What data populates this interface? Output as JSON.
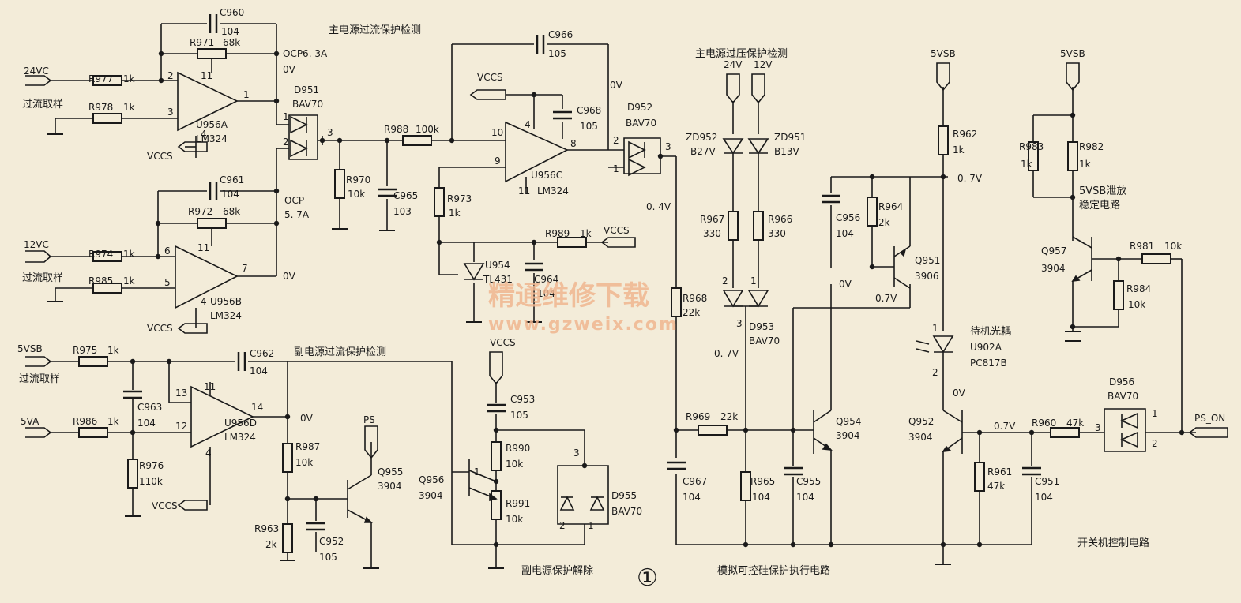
{
  "titles": {
    "main_ocp": "主电源过流保护检测",
    "main_ovp": "主电源过压保护检测",
    "aux_ocp": "副电源过流保护检测",
    "aux_release": "副电源保护解除",
    "scr_exec": "模拟可控硅保护执行电路",
    "onoff": "开关机控制电路",
    "vsb_leak": "5VSB泄放",
    "vsb_leak2": "稳定电路",
    "standby_opto": "待机光耦",
    "figure_no": "①"
  },
  "inputs": {
    "in24vc": "24VC",
    "in12vc": "12VC",
    "in5vsb": "5VSB",
    "in5va": "5VA",
    "sample": "过流取样",
    "vccs": "VCCS",
    "ps": "PS",
    "ps_on": "PS_ON",
    "v24": "24V",
    "v12": "12V",
    "vsb": "5VSB"
  },
  "components": {
    "C960": "C960",
    "C960v": "104",
    "R971": "R971",
    "R971v": "68k",
    "R977": "R977",
    "R977v": "1k",
    "R978": "R978",
    "R978v": "1k",
    "U956A": "U956A",
    "LM324": "LM324",
    "OCP63": "OCP6. 3A",
    "OCP": "OCP",
    "OCP57": "5. 7A",
    "D951": "D951",
    "BAV70": "BAV70",
    "C961": "C961",
    "C961v": "104",
    "R972": "R972",
    "R972v": "68k",
    "R974": "R974",
    "R974v": "1k",
    "R985": "R985",
    "R985v": "1k",
    "U956B": "U956B",
    "R970": "R970",
    "R970v": "10k",
    "C965": "C965",
    "C965v": "103",
    "R988": "R988",
    "R988v": "100k",
    "C966": "C966",
    "C966v": "105",
    "C968": "C968",
    "C968v": "105",
    "U956C": "U956C",
    "R973": "R973",
    "R973v": "1k",
    "U954": "U954",
    "TL431": "TL431",
    "C964": "C964",
    "C964v": "104",
    "R989": "R989",
    "R989v": "1k",
    "D952": "D952",
    "ZD952": "ZD952",
    "B27V": "B27V",
    "ZD951": "ZD951",
    "B13V": "B13V",
    "R967": "R967",
    "R967v": "330",
    "R966": "R966",
    "R966v": "330",
    "D953": "D953",
    "R968": "R968",
    "R968v": "22k",
    "R969": "R969",
    "R969v": "22k",
    "C967": "C967",
    "C967v": "104",
    "R965": "R965",
    "R965v": "104",
    "C955": "C955",
    "C955v": "104",
    "Q954": "Q954",
    "3904": "3904",
    "3906": "3906",
    "C956": "C956",
    "C956v": "104",
    "R964": "R964",
    "R964v": "2k",
    "Q951": "Q951",
    "R962": "R962",
    "R962v": "1k",
    "U902A": "U902A",
    "PC817B": "PC817B",
    "Q952": "Q952",
    "R961": "R961",
    "R961v": "47k",
    "C951": "C951",
    "C951v": "104",
    "R960": "R960",
    "R960v": "47k",
    "D956": "D956",
    "R983": "R983",
    "R983v": "1k",
    "R982": "R982",
    "R982v": "1k",
    "Q957": "Q957",
    "R981": "R981",
    "R981v": "10k",
    "R984": "R984",
    "R984v": "10k",
    "R975": "R975",
    "R975v": "1k",
    "C962": "C962",
    "C962v": "104",
    "C963": "C963",
    "C963v": "104",
    "R986": "R986",
    "R986v": "1k",
    "R976": "R976",
    "R976v": "110k",
    "U956D": "U956D",
    "R987": "R987",
    "R987v": "10k",
    "R963": "R963",
    "R963v": "2k",
    "C952": "C952",
    "C952v": "105",
    "Q955": "Q955",
    "C953": "C953",
    "C953v": "105",
    "R990": "R990",
    "R990v": "10k",
    "R991": "R991",
    "R991v": "10k",
    "Q956": "Q956",
    "D955": "D955"
  },
  "voltages": {
    "v0": "0V",
    "v07": "0. 7V",
    "v07b": "0.7V",
    "v04": "0. 4V"
  },
  "watermark": {
    "cn": "精通维修下载",
    "url": "www.gzweix.com"
  },
  "pins": {
    "p1": "1",
    "p2": "2",
    "p3": "3",
    "p4": "4",
    "p5": "5",
    "p6": "6",
    "p7": "7",
    "p8": "8",
    "p9": "9",
    "p10": "10",
    "p11": "11",
    "p12": "12",
    "p13": "13",
    "p14": "14"
  }
}
